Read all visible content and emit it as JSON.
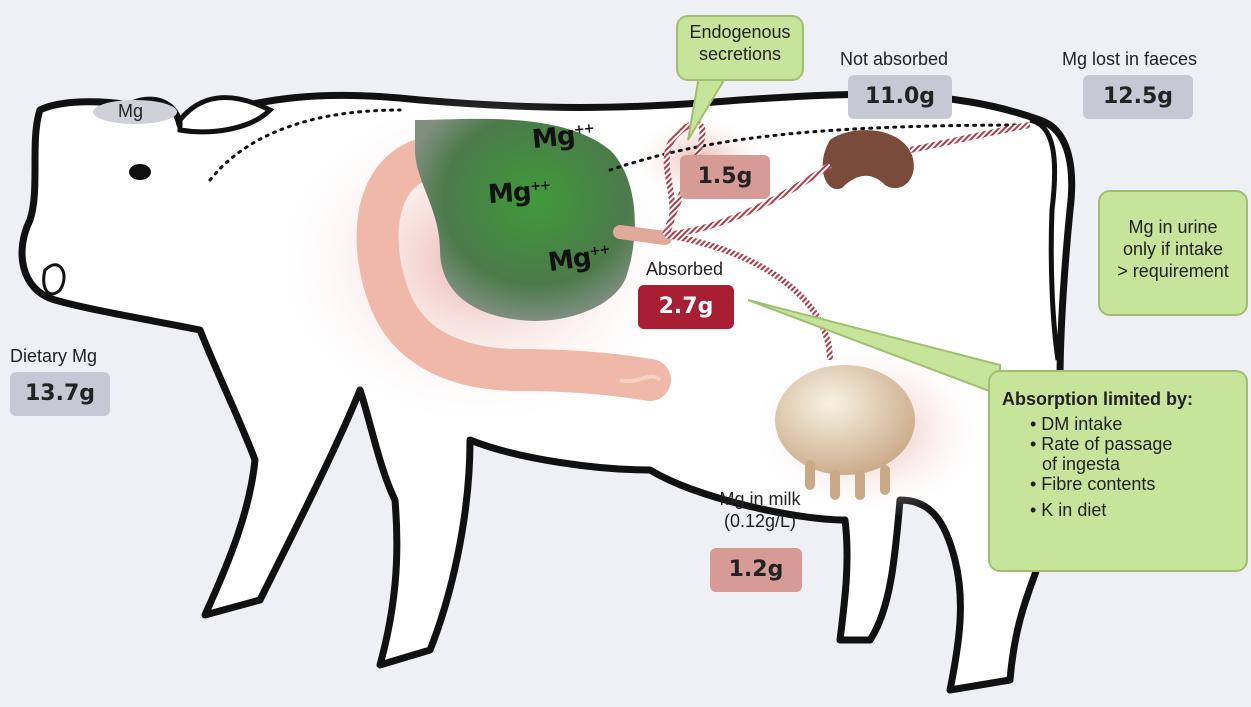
{
  "labels": {
    "head_mg": "Mg",
    "dietary_mg": "Dietary Mg",
    "endogenous": [
      "Endogenous",
      "secretions"
    ],
    "not_absorbed": "Not absorbed",
    "mg_lost_faeces": "Mg lost in faeces",
    "absorbed": "Absorbed",
    "mg_in_milk": [
      "Mg in milk",
      "(0.12g/L)"
    ],
    "mg_in_urine": [
      "Mg in urine",
      "only if intake",
      "> requirement"
    ],
    "rumen_ion": "Mg",
    "rumen_charge": "++"
  },
  "values": {
    "dietary": "13.7g",
    "endogenous": "1.5g",
    "not_absorbed": "11.0g",
    "faeces": "12.5g",
    "absorbed": "2.7g",
    "milk": "1.2g"
  },
  "absorption_box": {
    "title": "Absorption limited by:",
    "items": [
      "• DM intake",
      "• Rate of passage",
      "of ingesta",
      "• Fibre contents",
      "• K in diet"
    ]
  },
  "colors": {
    "background": "#eef0f6",
    "value_grey": "#c6c8d3",
    "value_pink": "#d59b94",
    "value_red": "#a81f34",
    "callout_green": "#c6e59b",
    "rumen_green": "#3f9a3a",
    "kidney_brown": "#7a4a3a"
  }
}
